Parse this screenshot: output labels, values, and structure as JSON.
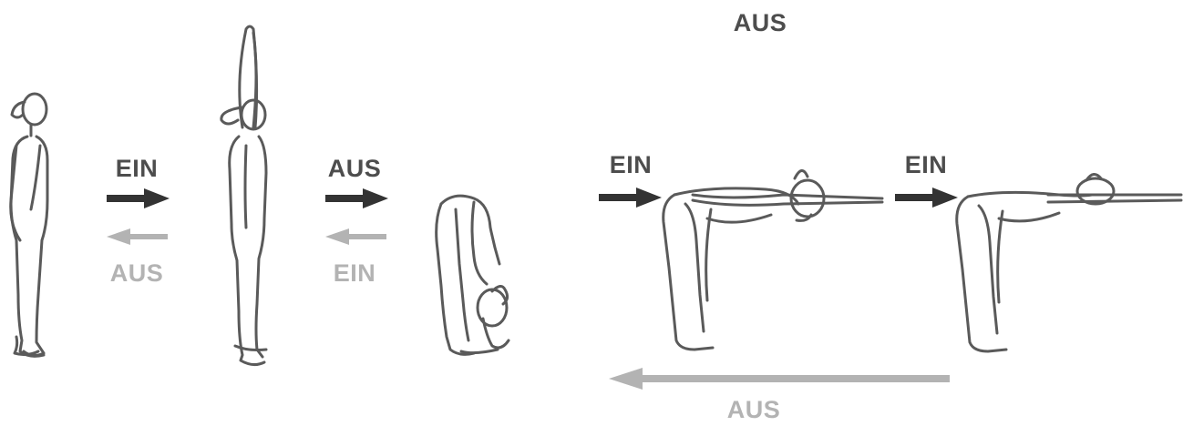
{
  "labels": {
    "step1_forward": "EIN",
    "step1_back": "AUS",
    "step2_forward": "AUS",
    "step2_back": "EIN",
    "step3_forward": "EIN",
    "step3_top": "AUS",
    "step4_forward": "EIN",
    "return_back": "AUS"
  },
  "colors": {
    "forward_arrow": "#333333",
    "back_arrow": "#b3b3b3",
    "forward_text": "#4d4d4d",
    "back_text": "#b3b3b3",
    "figure_stroke": "#5a5a5a"
  },
  "figures": [
    {
      "pose": "standing-arms-down"
    },
    {
      "pose": "standing-arms-raised"
    },
    {
      "pose": "forward-fold"
    },
    {
      "pose": "half-bend-arms-forward-head-down"
    },
    {
      "pose": "half-bend-arms-forward-head-level"
    }
  ]
}
